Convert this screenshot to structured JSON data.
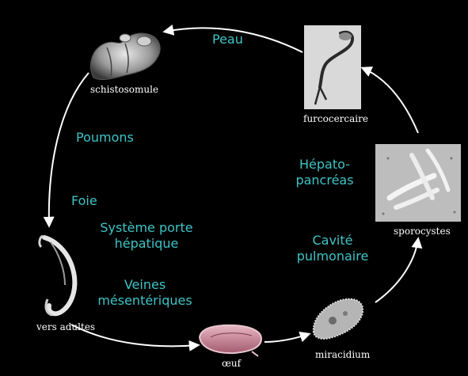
{
  "colors": {
    "background": "#000000",
    "label_text": "#ffffff",
    "site_text": "#3fc4c6",
    "arrow": "#ffffff"
  },
  "stages": {
    "schistosomule": "schistosomule",
    "furcocercaire": "furcocercaire",
    "sporocystes": "sporocystes",
    "miracidium": "miracidium",
    "oeuf": "œuf",
    "vers_adultes": "vers adultes"
  },
  "sites": {
    "peau": "Peau",
    "poumons": "Poumons",
    "foie": "Foie",
    "systeme_porte": [
      "Système porte",
      "hépatique"
    ],
    "veines": [
      "Veines",
      "mésentériques"
    ],
    "hepato": [
      "Hépato-",
      "pancréas"
    ],
    "cavite": [
      "Cavité",
      "pulmonaire"
    ]
  }
}
